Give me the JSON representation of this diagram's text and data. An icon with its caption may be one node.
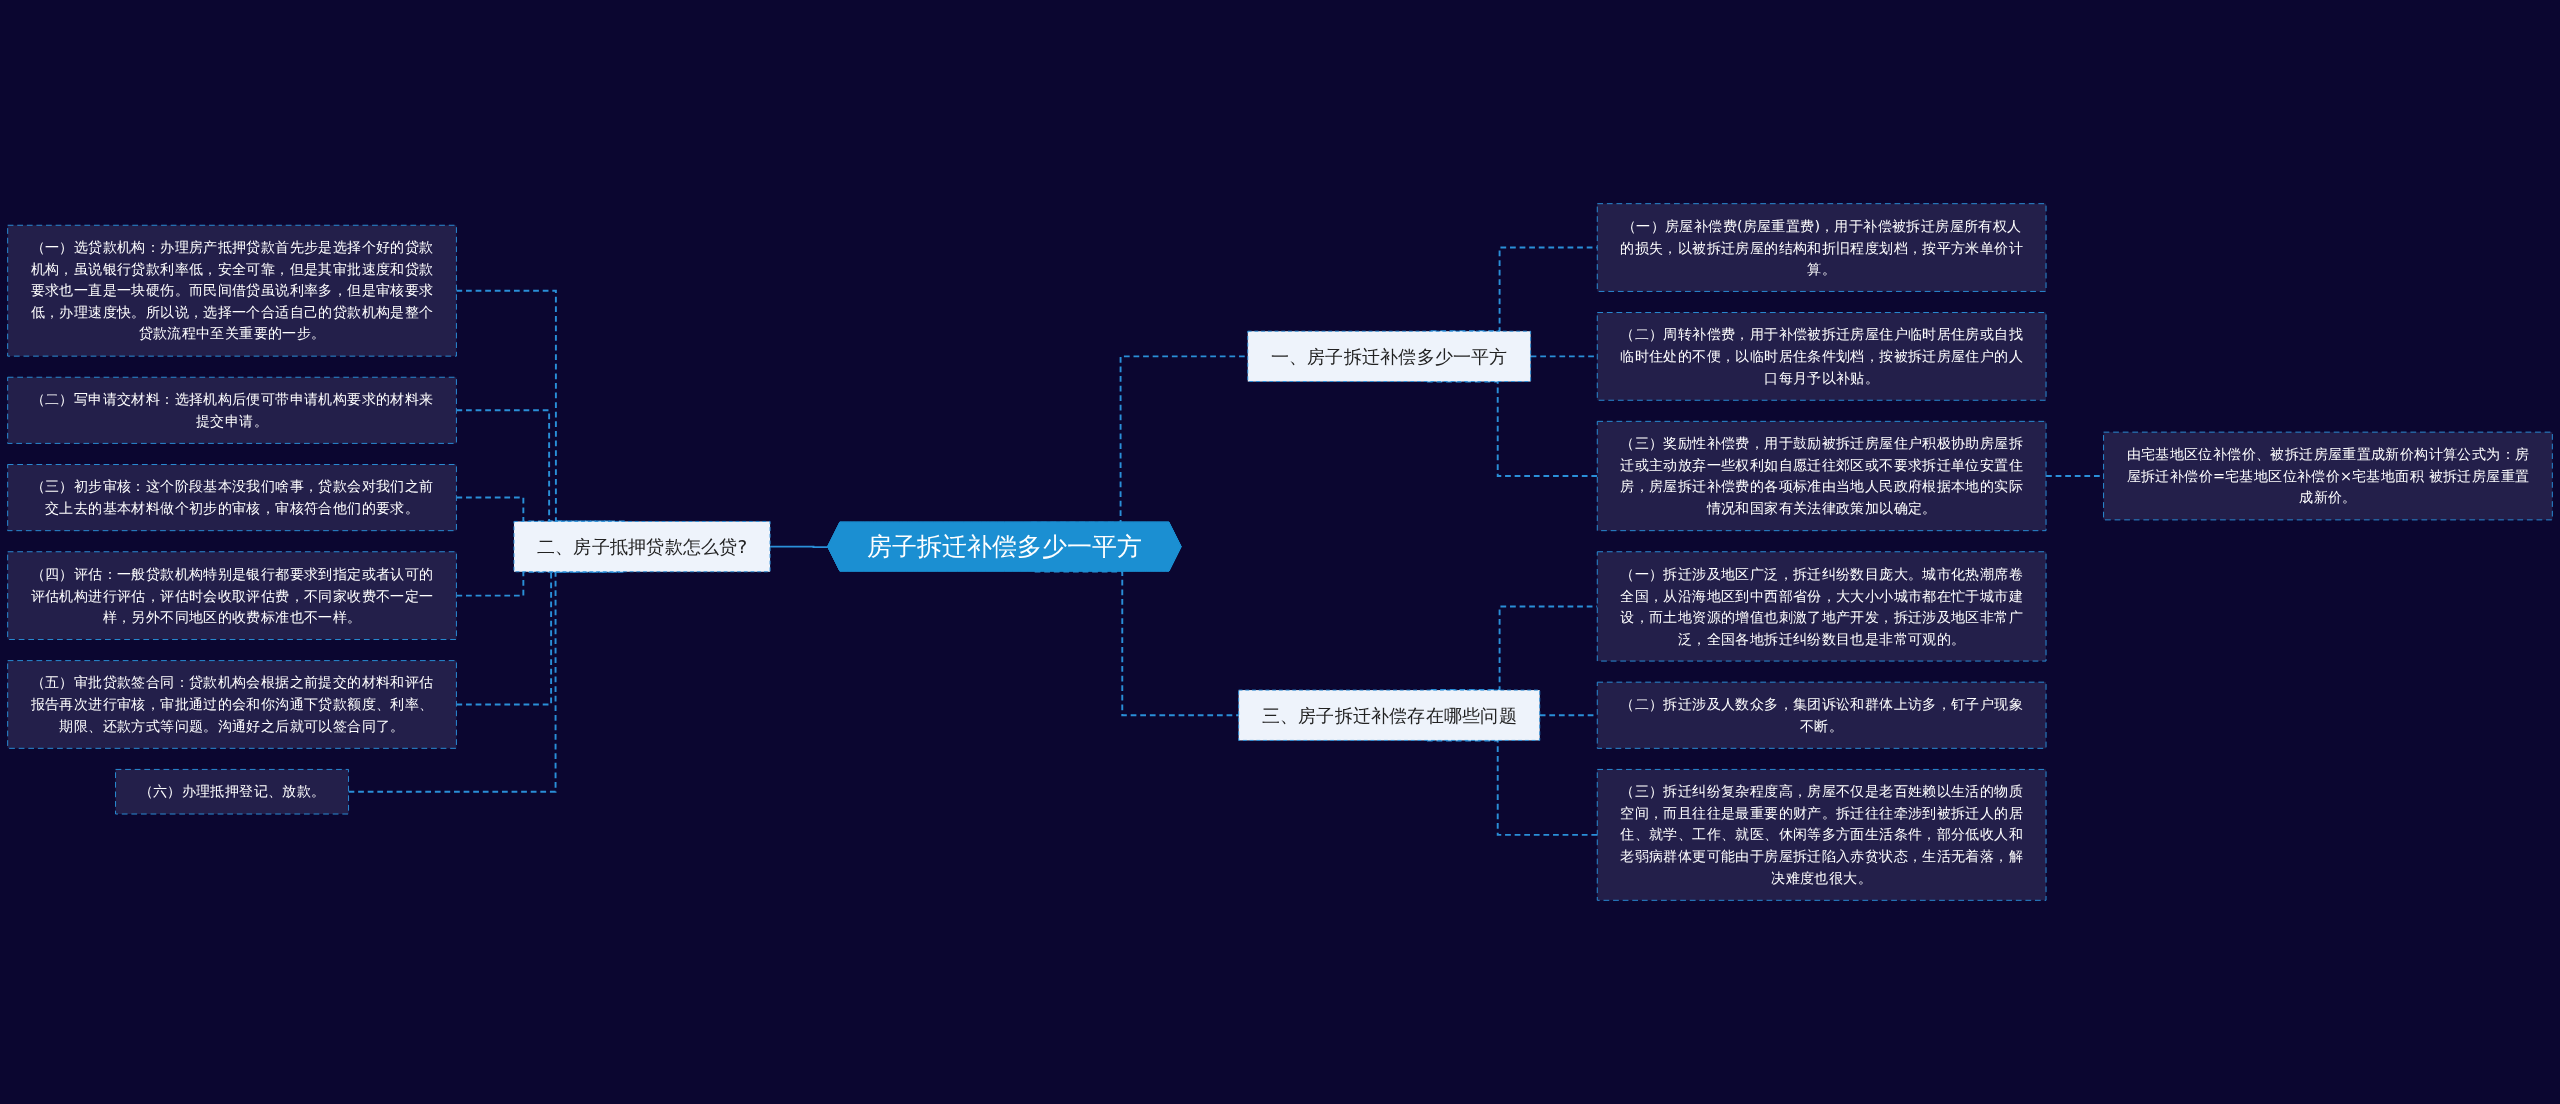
{
  "diagram": {
    "nodes": [
      {
        "text": [
          "房子拆迁补偿多少一平方"
        ]
      },
      {
        "text": [
          "一、房子拆迁补偿多少一平方"
        ]
      },
      {
        "text": [
          "（一）房屋补偿费(房屋重置费)，用于补偿被拆迁房屋所有权人的损失，以被拆迁房屋的结构和折旧程度划档，按平方米单价计算。"
        ]
      },
      {
        "text": [
          "（二）周转补偿费，用于补偿被拆迁房屋住户临时居住房或自找临时住处的不便，以临时居住条件划档，按被拆迁房屋住户的人口每月予以补贴。"
        ]
      },
      {
        "text": [
          "（三）奖励性补偿费，用于鼓励被拆迁房屋住户积极协助房屋拆迁或主动放弃一些权利如自愿迁往郊区或不要求拆迁单位安置住房，房屋拆迁补偿费的各项标准由当地人民政府根据本地的实际情况和国家有关法律政策加以确定。"
        ]
      },
      {
        "text": [
          "由宅基地区位补偿价、被拆迁房屋重置成新价构计算公式为：房屋拆迁补偿价=宅基地区位补偿价×宅基地面积 被拆迁房屋重置成新价。"
        ]
      },
      {
        "text": [
          "三、房子拆迁补偿存在哪些问题"
        ]
      },
      {
        "text": [
          "（一）拆迁涉及地区广泛，拆迁纠纷数目庞大。城市化热潮席卷全国，从沿海地区到中西部省份，大大小小城市都在忙于城市建设，而土地资源的增值也刺激了地产开发，拆迁涉及地区非常广泛，全国各地拆迁纠纷数目也是非常可观的。"
        ]
      },
      {
        "text": [
          "（二）拆迁涉及人数众多，集团诉讼和群体上访多，钉子户现象不断。"
        ]
      },
      {
        "text": [
          "（三）拆迁纠纷复杂程度高，房屋不仅是老百姓赖以生活的物质空间，而且往往是最重要的财产。拆迁往往牵涉到被拆迁人的居住、就学、工作、就医、休闲等多方面生活条件，部分低收人和老弱病群体更可能由于房屋拆迁陷入赤贫状态，生活无着落，解决难度也很大。"
        ]
      },
      {
        "text": [
          "二、房子抵押贷款怎么贷?"
        ]
      },
      {
        "text": [
          "（一）选贷款机构：办理房产抵押贷款首先步是选择个好的贷款机构，虽说银行贷款利率低，安全可靠，但是其审批速度和贷款要求也一直是一块硬伤。而民间借贷虽说利率多，但是审核要求低，办理速度快。所以说，选择一个合适自己的贷款机构是整个贷款流程中至关重要的一步。"
        ]
      },
      {
        "text": [
          "（二）写申请交材料：选择机构后便可带申请机构要求的材料来提交申请。"
        ]
      },
      {
        "text": [
          "（三）初步审核：这个阶段基本没我们啥事，贷款会对我们之前交上去的基本材料做个初步的审核，审核符合他们的要求。"
        ]
      },
      {
        "text": [
          "（四）评估：一般贷款机构特别是银行都要求到指定或者认可的评估机构进行评估，评估时会收取评估费，不同家收费不一定一样，另外不同地区的收费标准也不一样。"
        ]
      },
      {
        "text": [
          "（五）审批贷款签合同：贷款机构会根据之前提交的材料和评估报告再次进行审核，审批通过的会和你沟通下贷款额度、利率、期限、还款方式等问题。沟通好之后就可以签合同了。"
        ]
      },
      {
        "text": [
          "（六）办理抵押登记、放款。"
        ]
      }
    ],
    "edges": [
      {
        "from": 0,
        "to": 1,
        "arrow": "none",
        "style": "dashed"
      },
      {
        "from": 1,
        "to": 2,
        "arrow": "none",
        "style": "dashed"
      },
      {
        "from": 1,
        "to": 3,
        "arrow": "none",
        "style": "dashed"
      },
      {
        "from": 1,
        "to": 4,
        "arrow": "none",
        "style": "dashed"
      },
      {
        "from": 4,
        "to": 5,
        "arrow": "none",
        "style": "dashed"
      },
      {
        "from": 0,
        "to": 6,
        "arrow": "none",
        "style": "dashed"
      },
      {
        "from": 6,
        "to": 7,
        "arrow": "none",
        "style": "dashed"
      },
      {
        "from": 6,
        "to": 8,
        "arrow": "none",
        "style": "dashed"
      },
      {
        "from": 6,
        "to": 9,
        "arrow": "none",
        "style": "dashed"
      },
      {
        "from": 10,
        "to": 0,
        "arrow": "none"
      },
      {
        "from": 11,
        "to": 10,
        "arrow": "none",
        "style": "dashed"
      },
      {
        "from": 12,
        "to": 10,
        "arrow": "none",
        "style": "dashed"
      },
      {
        "from": 13,
        "to": 10,
        "arrow": "none",
        "style": "dashed"
      },
      {
        "from": 14,
        "to": 10,
        "arrow": "none",
        "style": "dashed"
      },
      {
        "from": 15,
        "to": 10,
        "arrow": "none",
        "style": "dashed"
      },
      {
        "from": 16,
        "to": 10,
        "arrow": "none",
        "style": "dashed"
      }
    ]
  }
}
